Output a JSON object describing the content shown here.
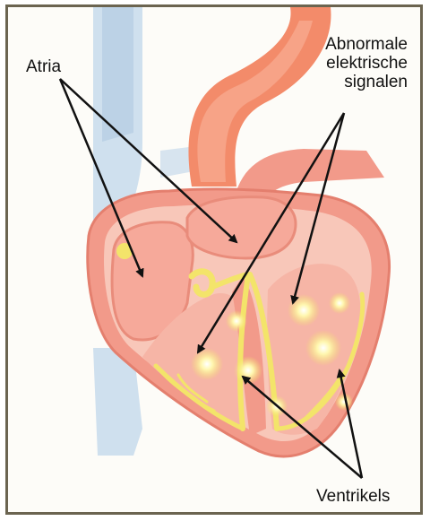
{
  "labels": {
    "atria": "Atria",
    "abnormal_line1": "Abnormale",
    "abnormal_line2": "elektrische",
    "abnormal_line3": "signalen",
    "ventricles": "Ventrikels"
  },
  "colors": {
    "frame": "#6b6450",
    "vein_blue": "#bcd2e6",
    "muscle_pink": "#f29a8a",
    "chamber_pink": "#f6b5a6",
    "aorta_orange": "#f38b6a",
    "conduction_yellow": "#f3e46a",
    "arrow": "#111111"
  }
}
